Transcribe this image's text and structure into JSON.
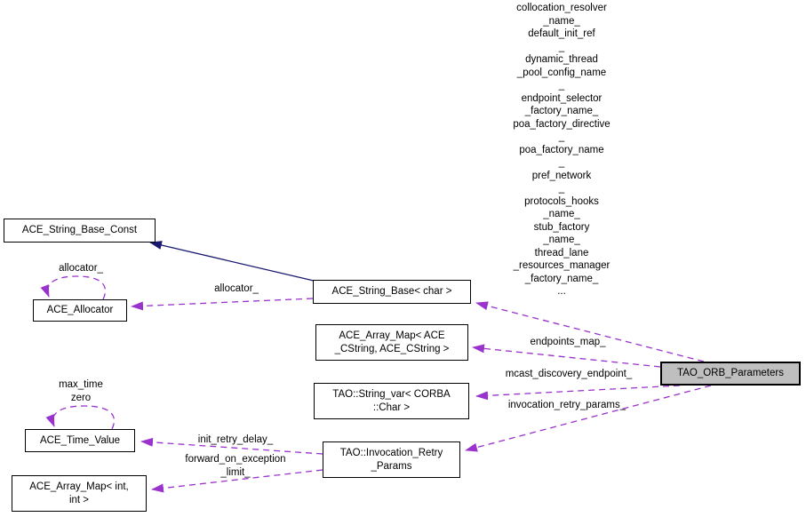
{
  "diagram_title": "TAO_ORB_Parameters collaboration diagram",
  "colors": {
    "background": "#ffffff",
    "usage_edge": "#9a32cd",
    "inheritance_edge": "#191970",
    "node_fill": "#ffffff",
    "main_node_fill": "#bfbfbf",
    "node_border": "#000000",
    "text": "#000000"
  },
  "nodes": {
    "string_base_const": {
      "label": "ACE_String_Base_Const"
    },
    "allocator": {
      "label": "ACE_Allocator"
    },
    "string_base_char": {
      "label": "ACE_String_Base< char >"
    },
    "array_map_cstring": {
      "label": "ACE_Array_Map< ACE\n_CString, ACE_CString >"
    },
    "string_var": {
      "label": "TAO::String_var< CORBA\n::Char >"
    },
    "time_value": {
      "label": "ACE_Time_Value"
    },
    "invocation_retry": {
      "label": "TAO::Invocation_Retry\n_Params"
    },
    "array_map_int": {
      "label": "ACE_Array_Map< int,\nint >"
    },
    "orb_parameters": {
      "label": "TAO_ORB_Parameters"
    }
  },
  "edge_labels": {
    "allocator_self": "allocator_",
    "allocator_usage": "allocator_",
    "time_value_self": "max_time\nzero",
    "init_retry_delay": "init_retry_delay_",
    "forward_on_exception_limit": "forward_on_exception\n_limit_",
    "endpoints_map": "endpoints_map_",
    "mcast_discovery_endpoint": "mcast_discovery_endpoint_",
    "invocation_retry_params": "invocation_retry_params_",
    "orb_string_fields": "collocation_resolver\n_name_\ndefault_init_ref\n_\ndynamic_thread\n_pool_config_name\n_\nendpoint_selector\n_factory_name_\npoa_factory_directive\n_\npoa_factory_name\n_\npref_network\n_\nprotocols_hooks\n_name_\nstub_factory\n_name_\nthread_lane\n_resources_manager\n_factory_name_\n..."
  }
}
